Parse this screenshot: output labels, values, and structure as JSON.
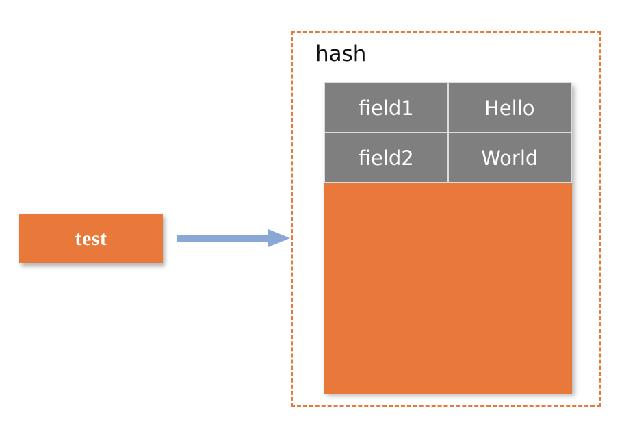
{
  "diagram": {
    "key": {
      "label": "test"
    },
    "arrow": {
      "name": "points-to-arrow",
      "color": "#8AA8D6",
      "direction": "right"
    },
    "container": {
      "title": "hash",
      "border_color": "#E8793A",
      "border_style": "dashed"
    },
    "table": {
      "fill_color": "#7F7F7F",
      "gridline_color": "#DCDCDC",
      "rows": [
        {
          "field": "field1",
          "value": "Hello"
        },
        {
          "field": "field2",
          "value": "World"
        }
      ]
    },
    "value_block": {
      "fill_color": "#E8793A"
    }
  }
}
